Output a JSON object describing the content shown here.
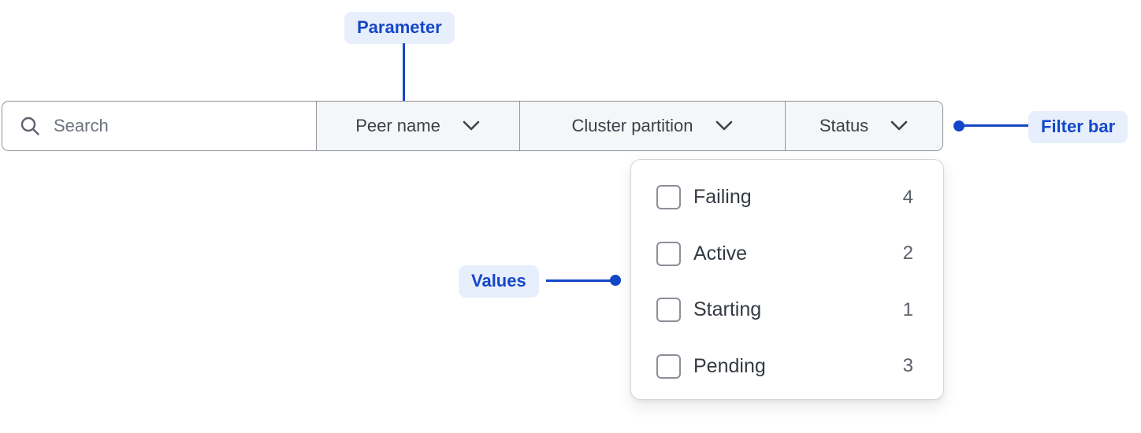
{
  "annotations": {
    "parameter_label": "Parameter",
    "filter_bar_label": "Filter bar",
    "values_label": "Values"
  },
  "filter_bar": {
    "search": {
      "placeholder": "Search",
      "value": ""
    },
    "dropdowns": [
      {
        "label": "Peer name"
      },
      {
        "label": "Cluster partition"
      },
      {
        "label": "Status"
      }
    ]
  },
  "status_menu": {
    "items": [
      {
        "label": "Failing",
        "count": "4",
        "checked": false
      },
      {
        "label": "Active",
        "count": "2",
        "checked": false
      },
      {
        "label": "Starting",
        "count": "1",
        "checked": false
      },
      {
        "label": "Pending",
        "count": "3",
        "checked": false
      }
    ]
  },
  "colors": {
    "accent_blue": "#1446C8",
    "badge_background": "#E8EFFC",
    "bar_border": "#8A8E95",
    "section_background": "#F5F6F7"
  }
}
